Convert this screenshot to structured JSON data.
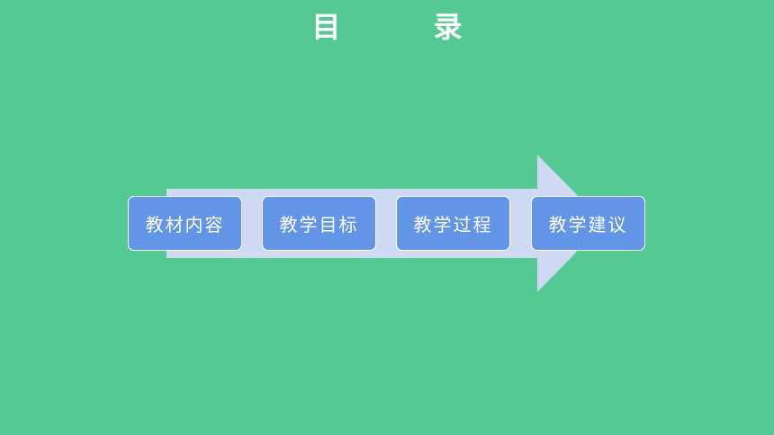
{
  "title": "目 录",
  "colors": {
    "background": "#54c994",
    "arrow": "#cfd9f3",
    "box": "#6395e6",
    "text": "#ffffff"
  },
  "steps": [
    {
      "label": "教材内容"
    },
    {
      "label": "教学目标"
    },
    {
      "label": "教学过程"
    },
    {
      "label": "教学建议"
    }
  ]
}
